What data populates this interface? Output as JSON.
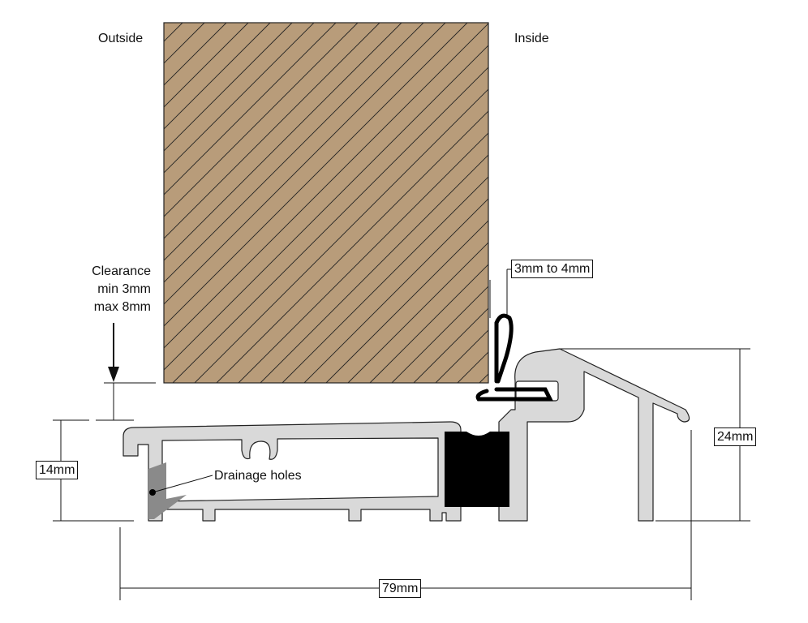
{
  "labels": {
    "outside": "Outside",
    "inside": "Inside",
    "clearance": [
      "Clearance",
      "min 3mm",
      "max 8mm"
    ],
    "drainage": "Drainage holes"
  },
  "dimensions": {
    "gap": "3mm to 4mm",
    "base_height": "14mm",
    "total_height": "24mm",
    "width": "79mm"
  },
  "colors": {
    "door": "#b89c7a",
    "aluminium": "#d9d9d9",
    "seal": "#000000",
    "drain": "#8a8a8a"
  }
}
